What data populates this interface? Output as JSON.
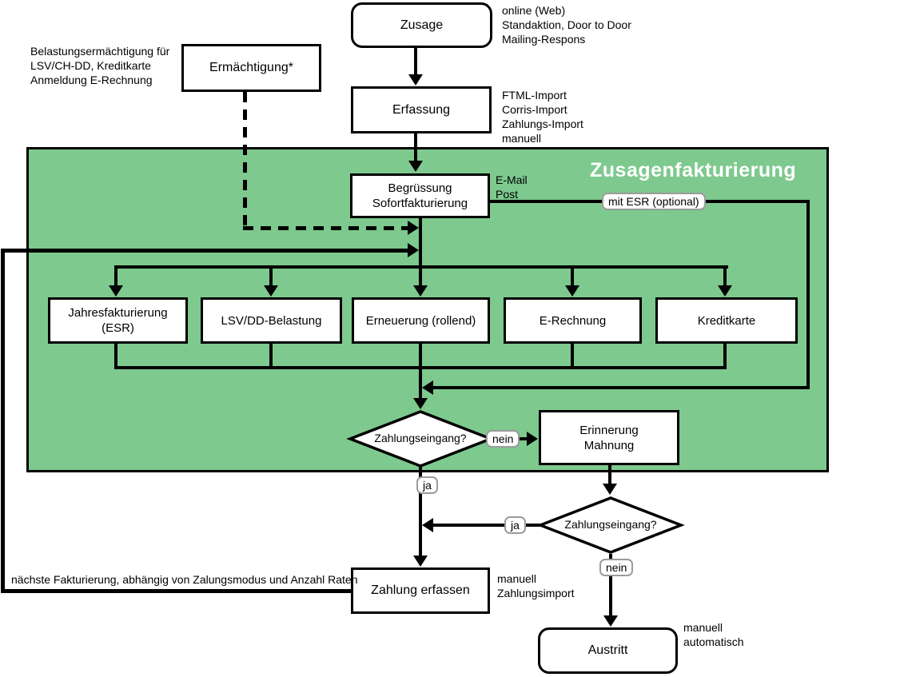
{
  "diagram": {
    "title": "Zusagenfakturierung",
    "colors": {
      "region_green": "#7dc98e",
      "line_black": "#000000",
      "title_white": "#ffffff"
    },
    "nodes": {
      "zusage": {
        "label": "Zusage"
      },
      "ermaechtigung": {
        "label": "Ermächtigung*"
      },
      "erfassung": {
        "label": "Erfassung"
      },
      "begruessung": {
        "line1": "Begrüssung",
        "line2": "Sofortfakturierung"
      },
      "jahresfakturierung": {
        "line1": "Jahresfakturierung",
        "line2": "(ESR)"
      },
      "lsv_dd_belastung": {
        "label": "LSV/DD-Belastung"
      },
      "erneuerung": {
        "label": "Erneuerung (rollend)"
      },
      "e_rechnung": {
        "label": "E-Rechnung"
      },
      "kreditkarte": {
        "label": "Kreditkarte"
      },
      "zahlungseingang_1": {
        "label": "Zahlungseingang?"
      },
      "erinnerung_mahnung": {
        "line1": "Erinnerung",
        "line2": "Mahnung"
      },
      "zahlungseingang_2": {
        "label": "Zahlungseingang?"
      },
      "zahlung_erfassen": {
        "label": "Zahlung erfassen"
      },
      "austritt": {
        "label": "Austritt"
      }
    },
    "edge_labels": {
      "mit_esr": "mit ESR (optional)",
      "nein_1": "nein",
      "ja_1": "ja",
      "ja_2": "ja",
      "nein_2": "nein"
    },
    "annotations": {
      "belastungsermaechtigung": [
        "Belastungsermächtigung für",
        "LSV/CH-DD, Kreditkarte",
        "Anmeldung E-Rechnung"
      ],
      "zusage_quellen": [
        "online (Web)",
        "Standaktion, Door to Door",
        "Mailing-Respons"
      ],
      "erfassung_quellen": [
        "FTML-Import",
        "Corris-Import",
        "Zahlungs-Import",
        "manuell"
      ],
      "begruessung_kanaele": [
        "E-Mail",
        "Post"
      ],
      "zahlung_erfassen_arten": [
        "manuell",
        "Zahlungsimport"
      ],
      "austritt_arten": [
        "manuell",
        "automatisch"
      ],
      "naechste_fakturierung": "nächste Fakturierung, abhängig von Zalungsmodus und Anzahl Raten"
    }
  }
}
